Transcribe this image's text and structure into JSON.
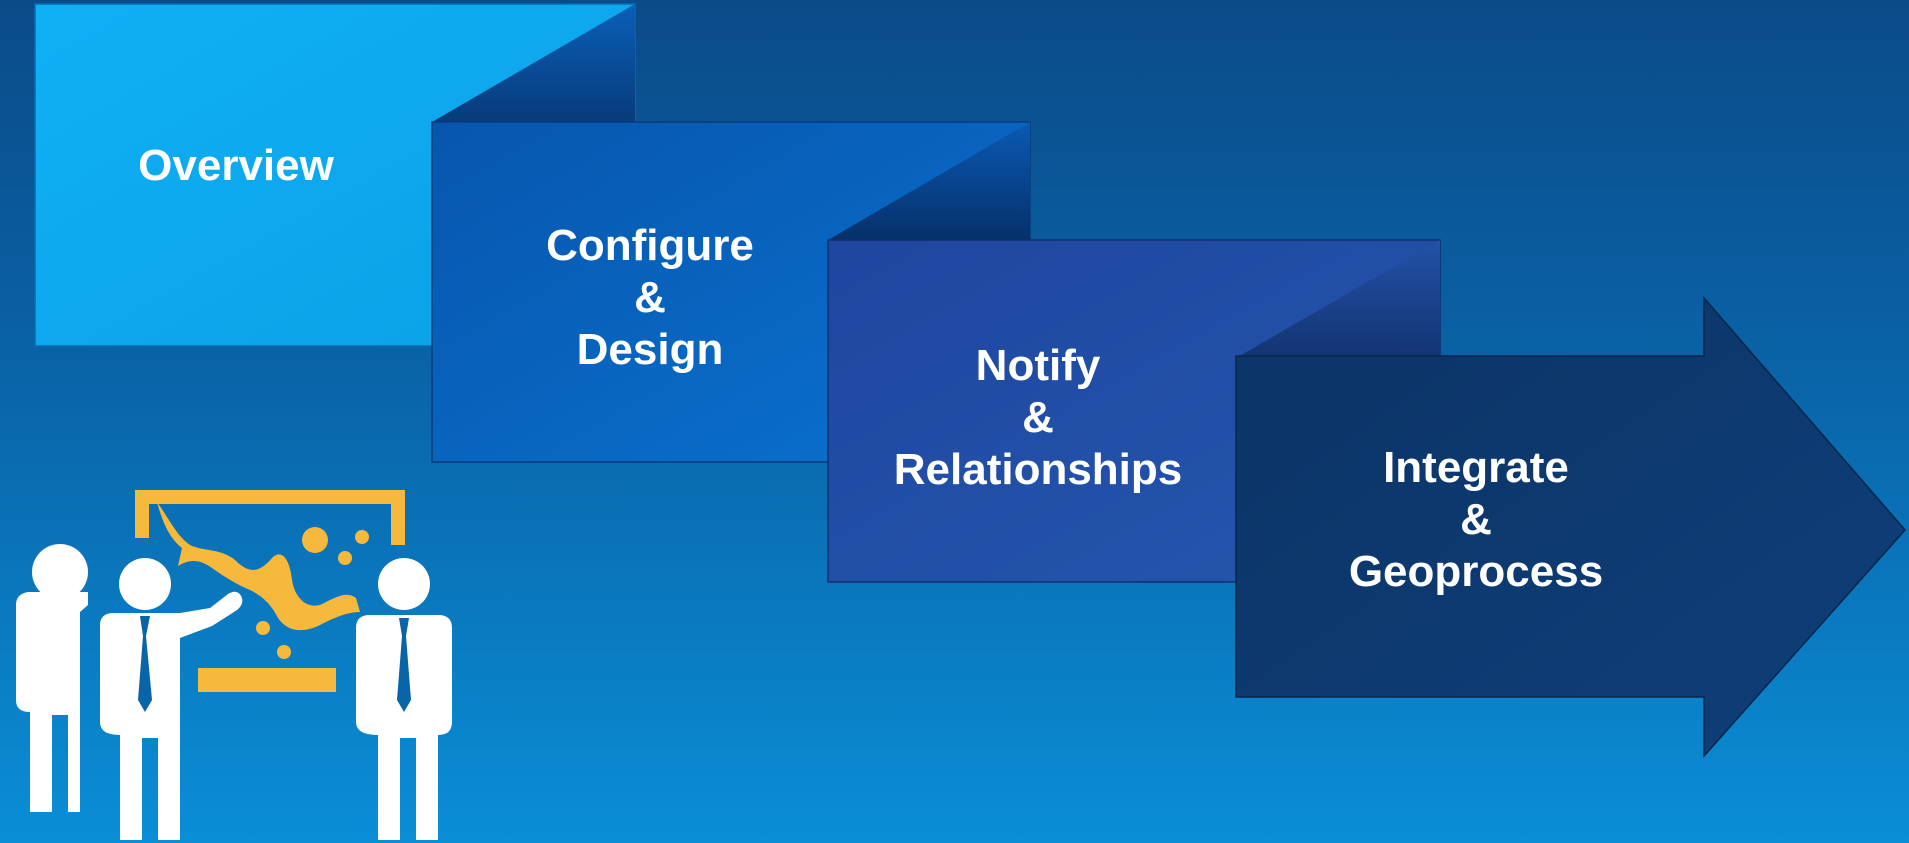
{
  "steps": {
    "overview": {
      "line1": "Overview"
    },
    "configure": {
      "line1": "Configure",
      "line2": "&",
      "line3": "Design"
    },
    "notify": {
      "line1": "Notify",
      "line2": "&",
      "line3": "Relationships"
    },
    "integrate": {
      "line1": "Integrate",
      "line2": "&",
      "line3": "Geoprocess"
    }
  },
  "colors": {
    "overview": "#0ba8ee",
    "configure": "#0a66c2",
    "notify": "#2250a8",
    "integrate": "#0d3a70",
    "icon_people": "#ffffff",
    "icon_board": "#f6b93b"
  },
  "icons": {
    "illustration": "team-presentation-map-icon"
  }
}
